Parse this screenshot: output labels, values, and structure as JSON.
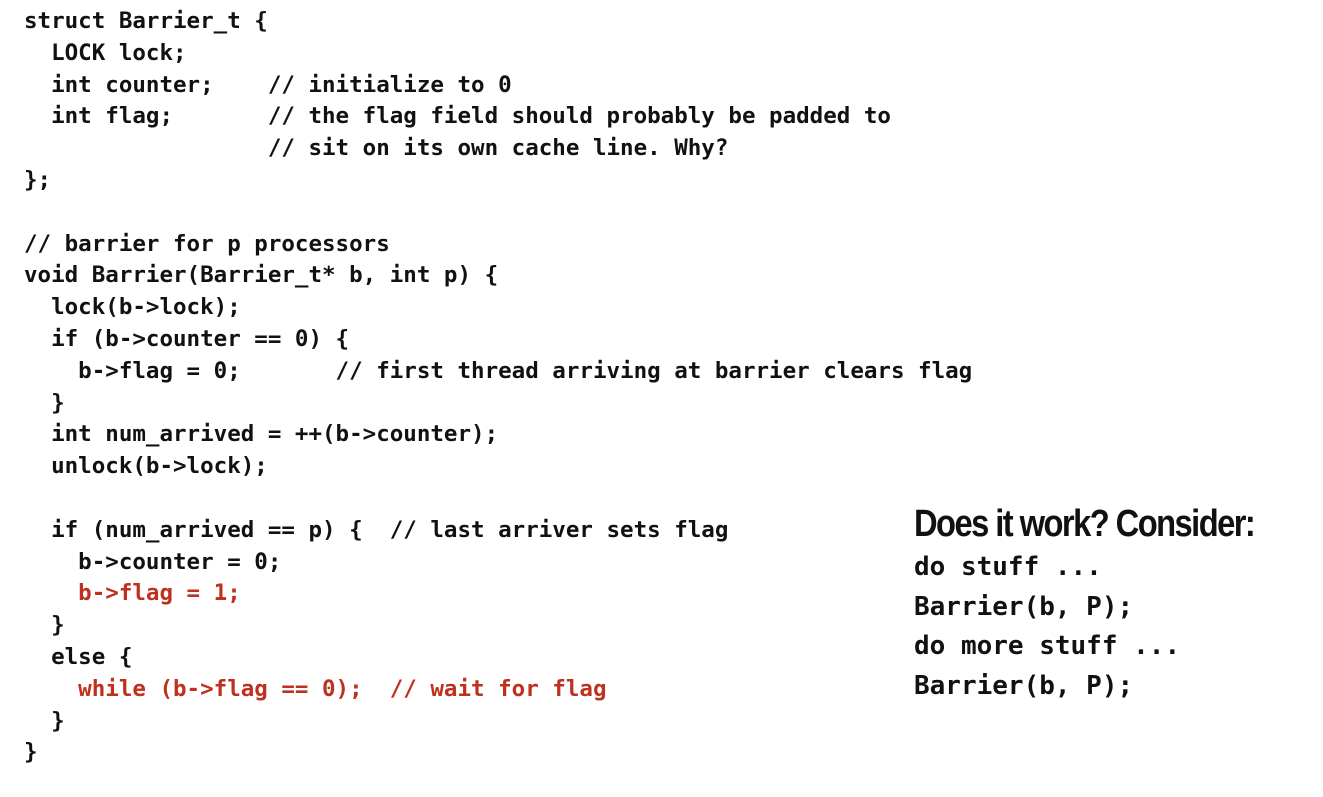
{
  "code": {
    "lines": [
      {
        "text": "struct Barrier_t {"
      },
      {
        "text": "  LOCK lock;"
      },
      {
        "text": "  int counter;    // initialize to 0"
      },
      {
        "text": "  int flag;       // the flag field should probably be padded to"
      },
      {
        "text": "                  // sit on its own cache line. Why?"
      },
      {
        "text": "};"
      },
      {
        "text": ""
      },
      {
        "text": "// barrier for p processors"
      },
      {
        "text": "void Barrier(Barrier_t* b, int p) {"
      },
      {
        "text": "  lock(b->lock);"
      },
      {
        "text": "  if (b->counter == 0) {"
      },
      {
        "text": "    b->flag = 0;       // first thread arriving at barrier clears flag"
      },
      {
        "text": "  }"
      },
      {
        "text": "  int num_arrived = ++(b->counter);"
      },
      {
        "text": "  unlock(b->lock);"
      },
      {
        "text": ""
      },
      {
        "text": "  if (num_arrived == p) {  // last arriver sets flag"
      },
      {
        "text": "    b->counter = 0;"
      },
      {
        "text": "    b->flag = 1;",
        "highlight": true
      },
      {
        "text": "  }"
      },
      {
        "text": "  else {"
      },
      {
        "text": "    while (b->flag == 0);  // wait for flag",
        "highlight": true
      },
      {
        "text": "  }"
      },
      {
        "text": "}"
      }
    ],
    "highlight_color": "#c0301e"
  },
  "side_panel": {
    "title": "Does it work?  Consider:",
    "lines": [
      "do stuff ...",
      "Barrier(b, P);",
      "do more stuff ...",
      "Barrier(b, P);"
    ]
  }
}
